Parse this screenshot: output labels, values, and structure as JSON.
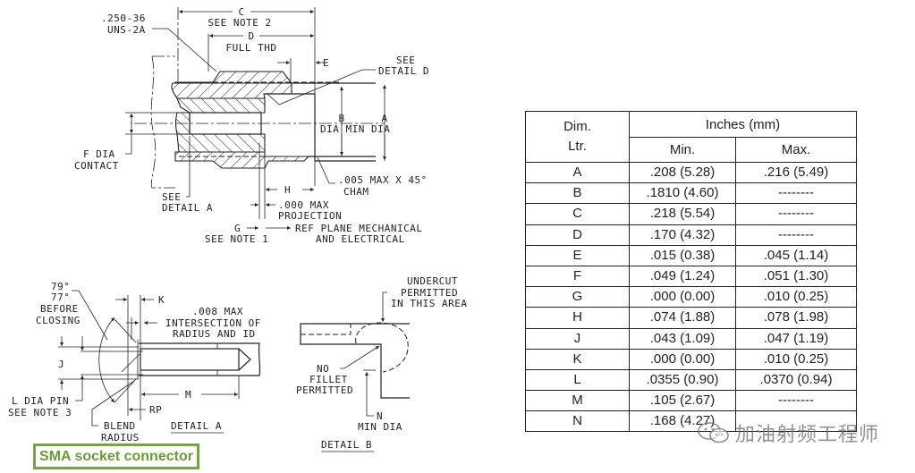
{
  "caption": "SMA socket connector",
  "watermark": {
    "icon": "wechat-icon",
    "text": "加油射频工程师"
  },
  "main_view": {
    "thread_spec": [
      ".250-36",
      "UNS-2A"
    ],
    "dim_c": "C",
    "see_note_2": "SEE NOTE 2",
    "dim_d": "D",
    "full_thd": "FULL THD",
    "dim_e": "E",
    "see_detail_d": [
      "SEE",
      "DETAIL D"
    ],
    "dim_b": "B",
    "dim_a": "A",
    "dia_min_dia": "DIA MIN DIA",
    "f_dia_contact": [
      "F DIA",
      "CONTACT"
    ],
    "chamfer": [
      ".005 MAX X 45°",
      "CHAM"
    ],
    "dim_h": "H",
    "see_detail_a": [
      "SEE",
      "DETAIL A"
    ],
    "projection": [
      ".000 MAX",
      "PROJECTION"
    ],
    "dim_g": "G",
    "see_note_1": "SEE NOTE 1",
    "ref_plane": [
      "REF PLANE MECHANICAL",
      "AND ELECTRICAL"
    ]
  },
  "detail_a": {
    "angles": [
      "79°",
      "77°",
      "BEFORE",
      "CLOSING"
    ],
    "dim_k": "K",
    "intersection": [
      ".008 MAX",
      "INTERSECTION OF",
      "RADIUS AND ID"
    ],
    "dim_j": "J",
    "l_dia_pin": [
      "L DIA PIN",
      "SEE NOTE 3"
    ],
    "dim_m": "M",
    "dim_rp": "RP",
    "blend_radius": [
      "BLEND",
      "RADIUS"
    ],
    "title": "DETAIL A"
  },
  "detail_b": {
    "undercut": [
      "UNDERCUT",
      "PERMITTED",
      "IN THIS AREA"
    ],
    "no_fillet": [
      "NO",
      "FILLET",
      "PERMITTED"
    ],
    "n_min_dia": [
      "N",
      "MIN DIA"
    ],
    "title": "DETAIL B"
  },
  "table": {
    "header_dim": [
      "Dim.",
      "Ltr."
    ],
    "header_units": "Inches (mm)",
    "header_min": "Min.",
    "header_max": "Max.",
    "rows": [
      {
        "ltr": "A",
        "min": ".208 (5.28)",
        "max": ".216 (5.49)"
      },
      {
        "ltr": "B",
        "min": ".1810 (4.60)",
        "max": "--------"
      },
      {
        "ltr": "C",
        "min": ".218 (5.54)",
        "max": "--------"
      },
      {
        "ltr": "D",
        "min": ".170 (4.32)",
        "max": "--------"
      },
      {
        "ltr": "E",
        "min": ".015 (0.38)",
        "max": ".045 (1.14)"
      },
      {
        "ltr": "F",
        "min": ".049 (1.24)",
        "max": ".051 (1.30)"
      },
      {
        "ltr": "G",
        "min": ".000 (0.00)",
        "max": ".010 (0.25)"
      },
      {
        "ltr": "H",
        "min": ".074 (1.88)",
        "max": ".078 (1.98)"
      },
      {
        "ltr": "J",
        "min": ".043 (1.09)",
        "max": ".047 (1.19)"
      },
      {
        "ltr": "K",
        "min": ".000 (0.00)",
        "max": ".010 (0.25)"
      },
      {
        "ltr": "L",
        "min": ".0355 (0.90)",
        "max": ".0370 (0.94)"
      },
      {
        "ltr": "M",
        "min": ".105 (2.67)",
        "max": "--------"
      },
      {
        "ltr": "N",
        "min": ".168 (4.27)",
        "max": ""
      }
    ]
  },
  "colors": {
    "caption_border": "#77a543",
    "caption_text": "#6a9b3b",
    "line": "#222222"
  }
}
